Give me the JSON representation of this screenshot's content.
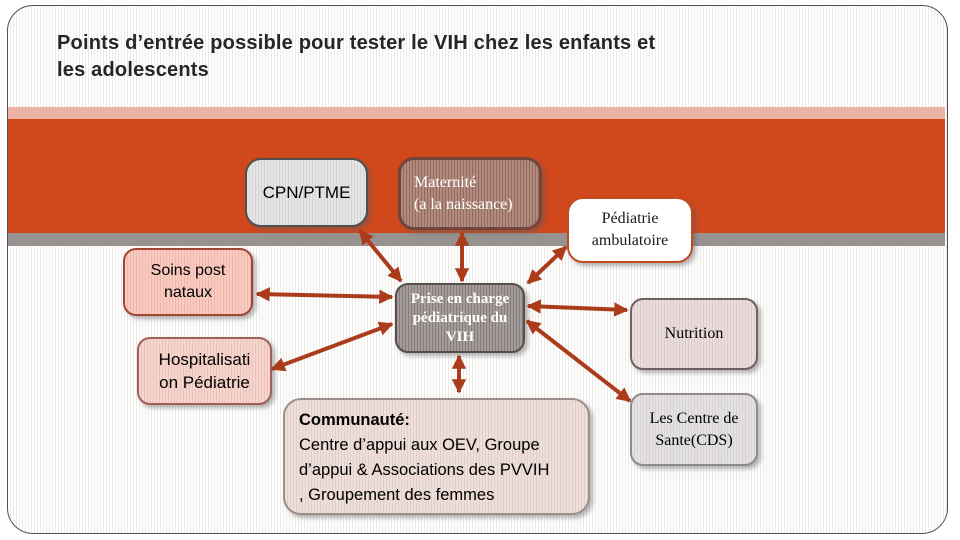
{
  "slide": {
    "title_line1": "Points d’entrée possible pour tester le VIH chez les enfants et",
    "title_line2": "les adolescents"
  },
  "colors": {
    "banner_orange": "#D2481D",
    "banner_pink": "#ECB2A3",
    "banner_gray": "#97928F",
    "arrow": "#AA3B1B"
  },
  "nodes": {
    "cpn": {
      "label": "CPN/PTME"
    },
    "maternite": {
      "lines": [
        "Maternité",
        "(a la naissance)"
      ]
    },
    "pediatrie_ambulatoire": {
      "lines": [
        "Pédiatrie",
        "ambulatoire"
      ]
    },
    "soins_post_nataux": {
      "lines": [
        "Soins post",
        "nataux"
      ]
    },
    "prise_en_charge": {
      "lines": [
        "Prise en charge",
        "pédiatrique du",
        "VIH"
      ]
    },
    "nutrition": {
      "label": "Nutrition"
    },
    "hospitalisation_pediatrie": {
      "lines": [
        "Hospitalisati",
        "on Pédiatrie"
      ]
    },
    "communaute": {
      "heading": "Communauté:",
      "body_lines": [
        "Centre d’appui aux OEV, Groupe",
        "d’appui & Associations des PVVIH",
        ", Groupement des femmes"
      ]
    },
    "centre_de_sante": {
      "lines": [
        "Les Centre de",
        "Sante(CDS)"
      ]
    }
  },
  "edges": [
    {
      "from": "cpn",
      "to": "prise_en_charge"
    },
    {
      "from": "maternite",
      "to": "prise_en_charge"
    },
    {
      "from": "pediatrie_ambulatoire",
      "to": "prise_en_charge"
    },
    {
      "from": "soins_post_nataux",
      "to": "prise_en_charge"
    },
    {
      "from": "hospitalisation_pediatrie",
      "to": "prise_en_charge"
    },
    {
      "from": "nutrition",
      "to": "prise_en_charge"
    },
    {
      "from": "centre_de_sante",
      "to": "prise_en_charge"
    },
    {
      "from": "communaute",
      "to": "prise_en_charge"
    }
  ]
}
